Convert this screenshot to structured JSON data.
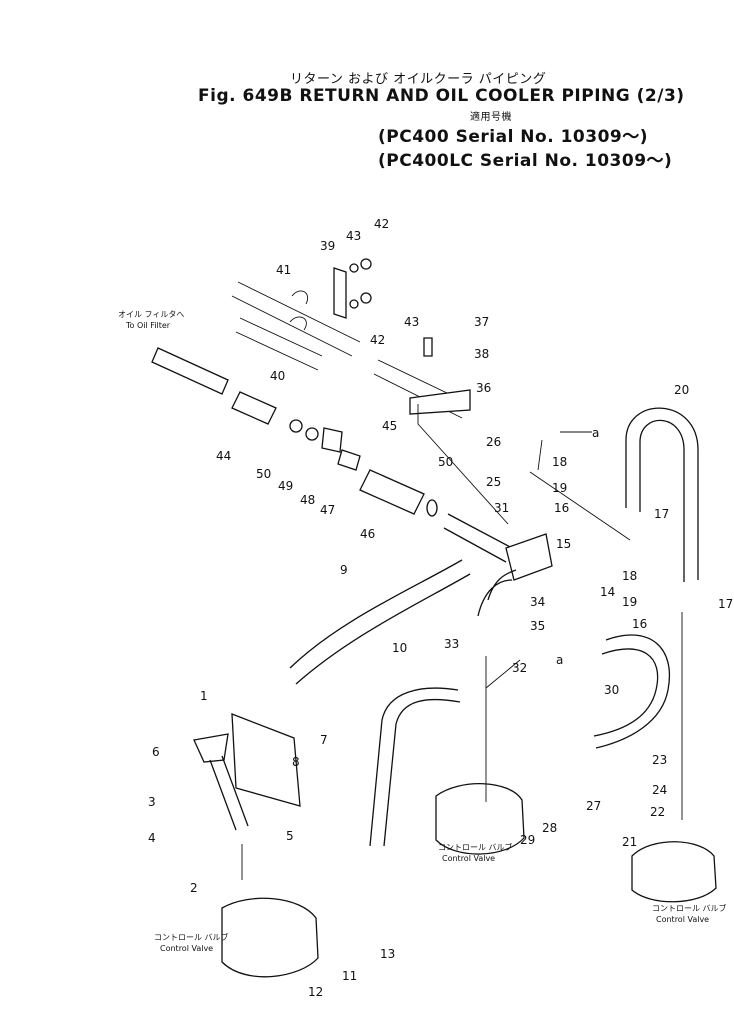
{
  "header": {
    "jp_title": "リターン および オイルクーラ パイピング",
    "fig_title": "Fig. 649B RETURN AND OIL COOLER PIPING (2/3)",
    "applicable_jp": "適用号機",
    "serial_1": "(PC400     Serial No. 10309～)",
    "serial_2": "(PC400LC Serial No. 10309～)"
  },
  "captions": {
    "oil_filter_jp": "オイル フィルタへ",
    "oil_filter_en": "To Oil Filter",
    "control_valve_jp": "コントロール バルブ",
    "control_valve_en": "Control Valve",
    "arrow_a": "a"
  },
  "part_numbers": [
    "1",
    "2",
    "3",
    "4",
    "5",
    "6",
    "7",
    "8",
    "9",
    "10",
    "11",
    "12",
    "13",
    "14",
    "15",
    "16",
    "17",
    "18",
    "19",
    "20",
    "21",
    "22",
    "23",
    "24",
    "25",
    "26",
    "27",
    "28",
    "29",
    "30",
    "31",
    "32",
    "33",
    "34",
    "35",
    "36",
    "37",
    "38",
    "39",
    "40",
    "41",
    "42",
    "43",
    "44",
    "45",
    "46",
    "47",
    "48",
    "49",
    "50"
  ]
}
